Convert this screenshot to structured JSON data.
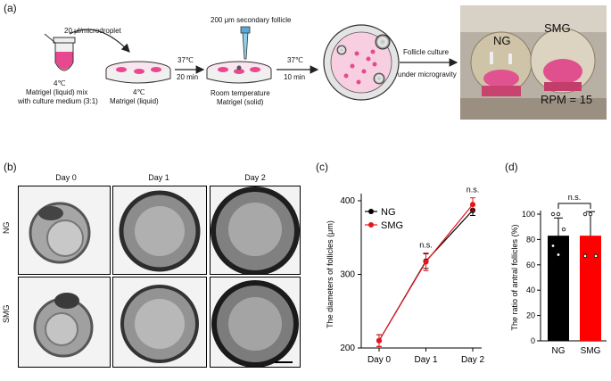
{
  "panels": {
    "a": "(a)",
    "b": "(b)",
    "c": "(c)",
    "d": "(d)"
  },
  "schematic": {
    "droplet_label": "20 μl/microdroplet",
    "tube_temp": "4℃",
    "tube_caption_1": "Matrigel (liquid) mix",
    "tube_caption_2": "with culture medium (3:1)",
    "dish1_temp": "4℃",
    "dish1_caption": "Matrigel (liquid)",
    "step1_temp": "37℃",
    "step1_time": "20 min",
    "follicle_label": "200 μm secondary follicle",
    "dish2_caption_1": "Room temperature",
    "dish2_caption_2": "Matrigel (solid)",
    "step2_temp": "37℃",
    "step2_time": "10 min",
    "culture_label_1": "Follicle culture",
    "culture_label_2": "under microgravity",
    "photo_ng": "NG",
    "photo_smg": "SMG",
    "photo_rpm": "RPM = 15",
    "colors": {
      "pink": "#e8488f",
      "dish_fill": "#f4c6dc",
      "arrow": "#222222"
    }
  },
  "micrographs": {
    "columns": [
      "Day 0",
      "Day 1",
      "Day 2"
    ],
    "rows": [
      "NG",
      "SMG"
    ]
  },
  "chart_data": [
    {
      "type": "line",
      "categories": [
        "Day 0",
        "Day 1",
        "Day 2"
      ],
      "ylabel": "The diameters of follicles (μm)",
      "ylim": [
        200,
        400
      ],
      "yticks": [
        200,
        300,
        400
      ],
      "legend": "top-left",
      "series": [
        {
          "name": "NG",
          "color": "#000000",
          "values": [
            210,
            318,
            387
          ],
          "errors": [
            8,
            10,
            7
          ]
        },
        {
          "name": "SMG",
          "color": "#e8141c",
          "values": [
            210,
            317,
            395
          ],
          "errors": [
            8,
            12,
            9
          ]
        }
      ],
      "annotations": [
        {
          "category": "Day 1",
          "text": "n.s."
        },
        {
          "category": "Day 2",
          "text": "n.s."
        }
      ]
    },
    {
      "type": "bar",
      "categories": [
        "NG",
        "SMG"
      ],
      "ylabel": "The ratio of antral follicles (%)",
      "ylim": [
        0,
        100
      ],
      "yticks": [
        0,
        20,
        40,
        60,
        80,
        100
      ],
      "values": [
        83,
        83
      ],
      "errors": [
        14,
        19
      ],
      "colors": [
        "#000000",
        "#ff0000"
      ],
      "points": [
        [
          100,
          100,
          88,
          75,
          68
        ],
        [
          100,
          100,
          67,
          67
        ]
      ],
      "annotation": "n.s."
    }
  ]
}
